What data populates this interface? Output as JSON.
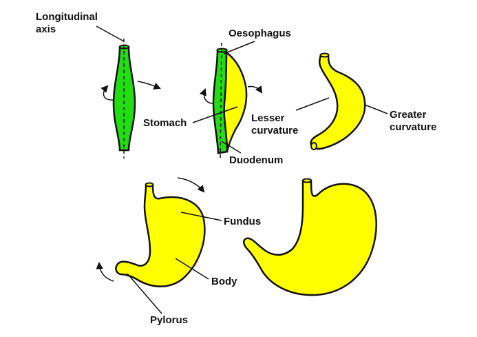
{
  "labels": {
    "longitudinal_axis": [
      "Longitudinal",
      "axis"
    ],
    "oesophagus": "Oesophagus",
    "stomach": "Stomach",
    "lesser_curvature": [
      "Lesser",
      "curvature"
    ],
    "greater_curvature": [
      "Greater",
      "curvature"
    ],
    "duodenum": "Duodenum",
    "fundus": "Fundus",
    "body": "Body",
    "pylorus": "Pylorus"
  },
  "colors": {
    "green": "#22dd11",
    "yellow": "#ffff00",
    "outline": "#111111",
    "text": "#111111",
    "background": "#ffffff"
  }
}
